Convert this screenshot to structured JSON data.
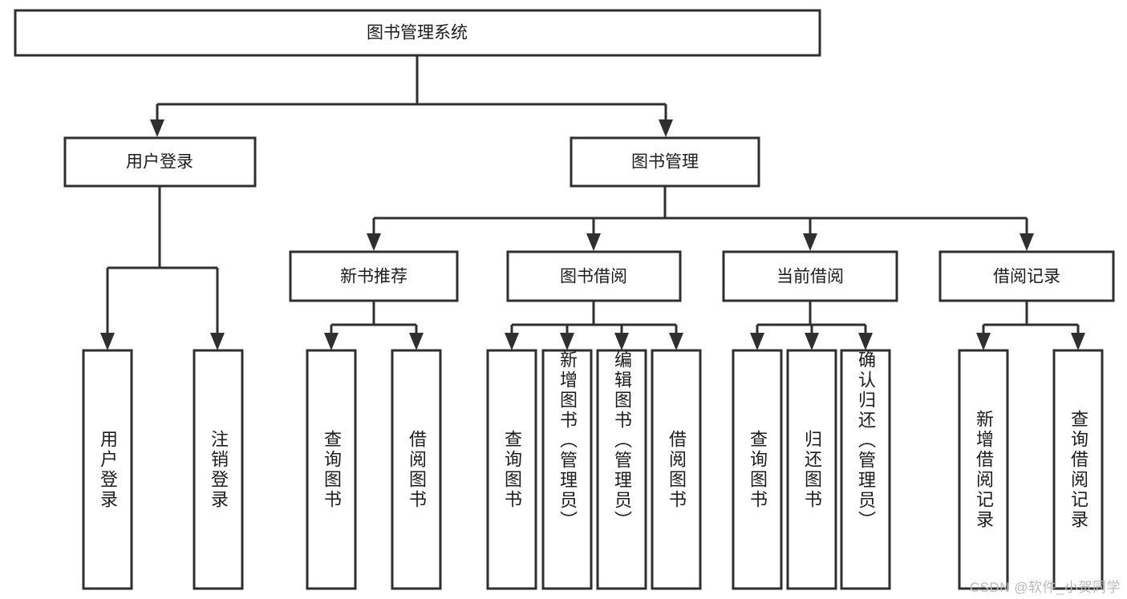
{
  "diagram": {
    "type": "tree-hierarchy-chart",
    "title": "图书管理系统",
    "watermark": "CSDN @软件_小贺同学",
    "colors": {
      "box_stroke": "#2f2f2f",
      "box_fill": "#ffffff",
      "text": "#1c1c1c",
      "background": "#ffffff",
      "watermark": "#b9b9b9"
    },
    "levels": {
      "root": {
        "label": "图书管理系统"
      },
      "level2": [
        {
          "label": "用户登录"
        },
        {
          "label": "图书管理"
        }
      ],
      "level3": [
        {
          "label": "新书推荐"
        },
        {
          "label": "图书借阅"
        },
        {
          "label": "当前借阅"
        },
        {
          "label": "借阅记录"
        }
      ]
    },
    "leaves": {
      "user_login": [
        {
          "label": "用户登录"
        },
        {
          "label": "注销登录"
        }
      ],
      "new_book_recommend": [
        {
          "label": "查询图书"
        },
        {
          "label": "借阅图书"
        }
      ],
      "book_borrow": [
        {
          "label": "查询图书"
        },
        {
          "label": "新增图书（管理员）"
        },
        {
          "label": "编辑图书（管理员）"
        },
        {
          "label": "借阅图书"
        }
      ],
      "current_borrow": [
        {
          "label": "查询图书"
        },
        {
          "label": "归还图书"
        },
        {
          "label": "确认归还（管理员）"
        }
      ],
      "borrow_records": [
        {
          "label": "新增借阅记录"
        },
        {
          "label": "查询借阅记录"
        }
      ]
    }
  }
}
